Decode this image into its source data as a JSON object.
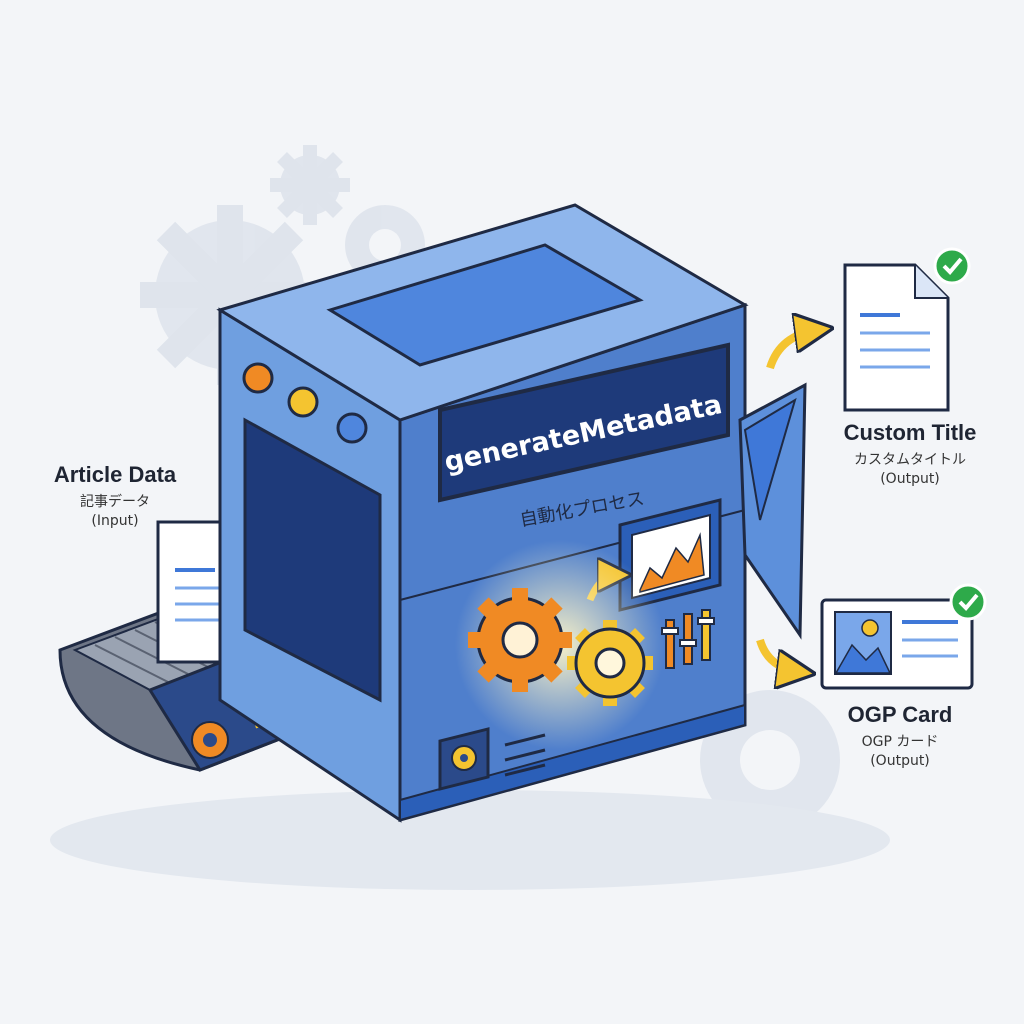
{
  "machine": {
    "name": "generateMetadata",
    "subtitle": "自動化プロセス"
  },
  "input": {
    "title": "Article Data",
    "subtitle_ja": "記事データ",
    "role": "(Input)"
  },
  "outputs": [
    {
      "title": "Custom Title",
      "subtitle_ja": "カスタムタイトル",
      "role": "(Output)"
    },
    {
      "title": "OGP Card",
      "subtitle_ja": "OGP カード",
      "role": "(Output)"
    }
  ],
  "colors": {
    "background": "#f3f5f8",
    "machine_front": "#6f9fe0",
    "machine_side": "#4f7fcc",
    "machine_top": "#8fb6ec",
    "outline": "#1f2a44",
    "label_bg": "#1e3a7a",
    "gear_orange": "#f08a24",
    "gear_yellow": "#f4c430",
    "arrow": "#f4c430",
    "check": "#2eaa4a"
  }
}
